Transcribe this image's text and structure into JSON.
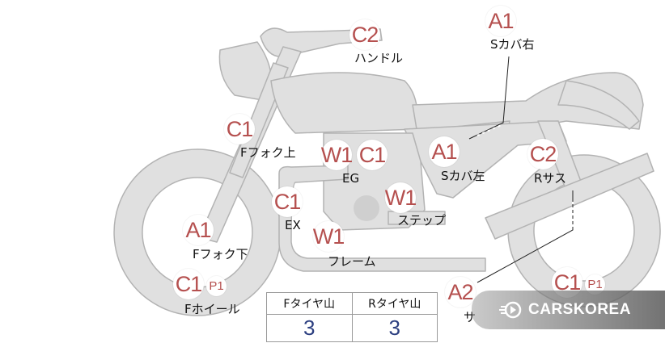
{
  "grades": [
    {
      "id": "handle",
      "grade": "C2"
    },
    {
      "id": "scover-right",
      "grade": "A1"
    },
    {
      "id": "ffork-upper",
      "grade": "C1"
    },
    {
      "id": "eg-w",
      "grade": "W1"
    },
    {
      "id": "eg-c",
      "grade": "C1"
    },
    {
      "id": "scover-left",
      "grade": "A1"
    },
    {
      "id": "rsus",
      "grade": "C2"
    },
    {
      "id": "ex",
      "grade": "C1"
    },
    {
      "id": "step",
      "grade": "W1"
    },
    {
      "id": "ffork-lower",
      "grade": "A1"
    },
    {
      "id": "frame",
      "grade": "W1"
    },
    {
      "id": "fwheel",
      "grade": "C1"
    },
    {
      "id": "fwheel-p",
      "grade": "P1"
    },
    {
      "id": "rear-a",
      "grade": "A2"
    },
    {
      "id": "rwheel",
      "grade": "C1"
    },
    {
      "id": "rwheel-p",
      "grade": "P1"
    }
  ],
  "parts": {
    "handle": "ハンドル",
    "scover_right": "Sカバ右",
    "ffork_upper": "Fフォク上",
    "eg": "EG",
    "scover_left": "Sカバ左",
    "rsus": "Rサス",
    "ex": "EX",
    "step": "ステップ",
    "ffork_lower": "Fフォク下",
    "frame": "フレーム",
    "fwheel": "Fホイール",
    "rear_partial": "サ"
  },
  "tire_table": {
    "headers": [
      "Fタイヤ山",
      "Rタイヤ山"
    ],
    "values": [
      "3",
      "3"
    ]
  },
  "brand": {
    "name": "CARSKOREA",
    "icon": "carskorea-logo-icon"
  },
  "colors": {
    "grade": "#b5504f",
    "tire_value": "#2c3f80",
    "bike": "#e0e0e0",
    "bike_stroke": "#b5b5b5"
  }
}
